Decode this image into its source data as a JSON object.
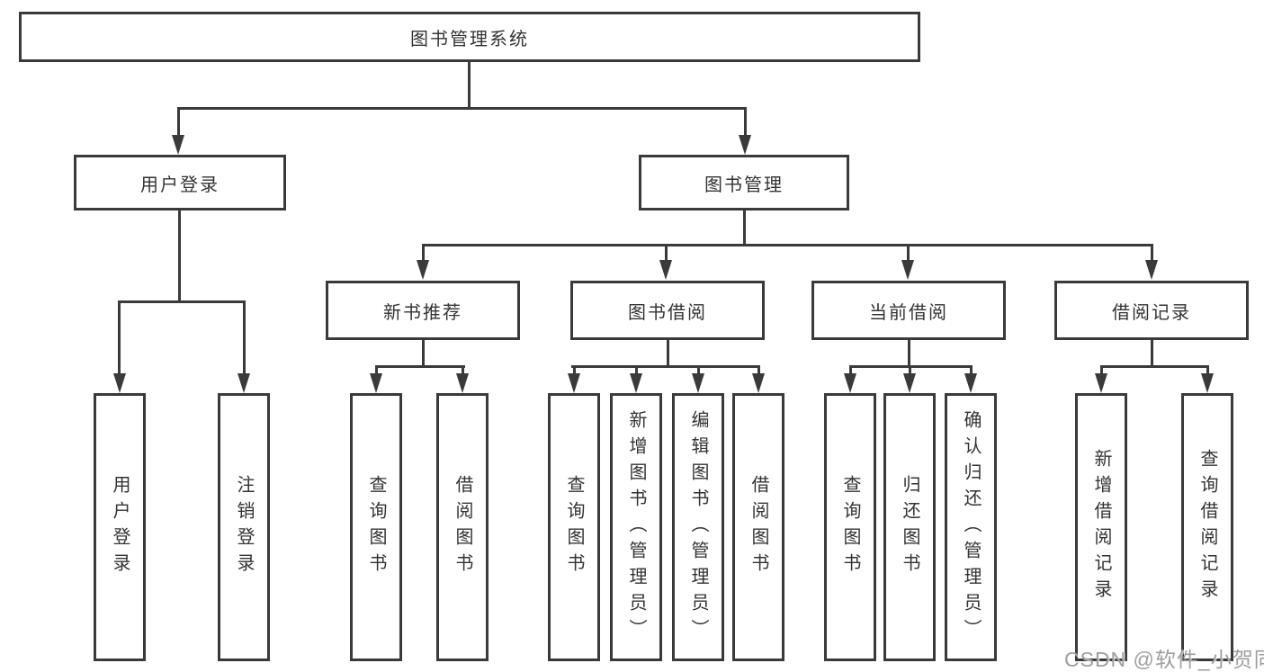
{
  "diagram": {
    "root": {
      "label": "图书管理系统"
    },
    "level2": [
      {
        "label": "用户登录"
      },
      {
        "label": "图书管理"
      }
    ],
    "level3": [
      {
        "label": "新书推荐"
      },
      {
        "label": "图书借阅"
      },
      {
        "label": "当前借阅"
      },
      {
        "label": "借阅记录"
      }
    ],
    "leaves": [
      {
        "label": "用户登录"
      },
      {
        "label": "注销登录"
      },
      {
        "label": "查询图书"
      },
      {
        "label": "借阅图书"
      },
      {
        "label": "查询图书"
      },
      {
        "label": "新增图书（管理员）"
      },
      {
        "label": "编辑图书（管理员）"
      },
      {
        "label": "借阅图书"
      },
      {
        "label": "查询图书"
      },
      {
        "label": "归还图书"
      },
      {
        "label": "确认归还（管理员）"
      },
      {
        "label": "新增借阅记录"
      },
      {
        "label": "查询借阅记录"
      }
    ],
    "watermark": "CSDN @软件_小贺同学",
    "colors": {
      "line": "#3a3a3a",
      "text": "#333333",
      "background": "#ffffff",
      "watermark": "#9e9e9e"
    }
  }
}
